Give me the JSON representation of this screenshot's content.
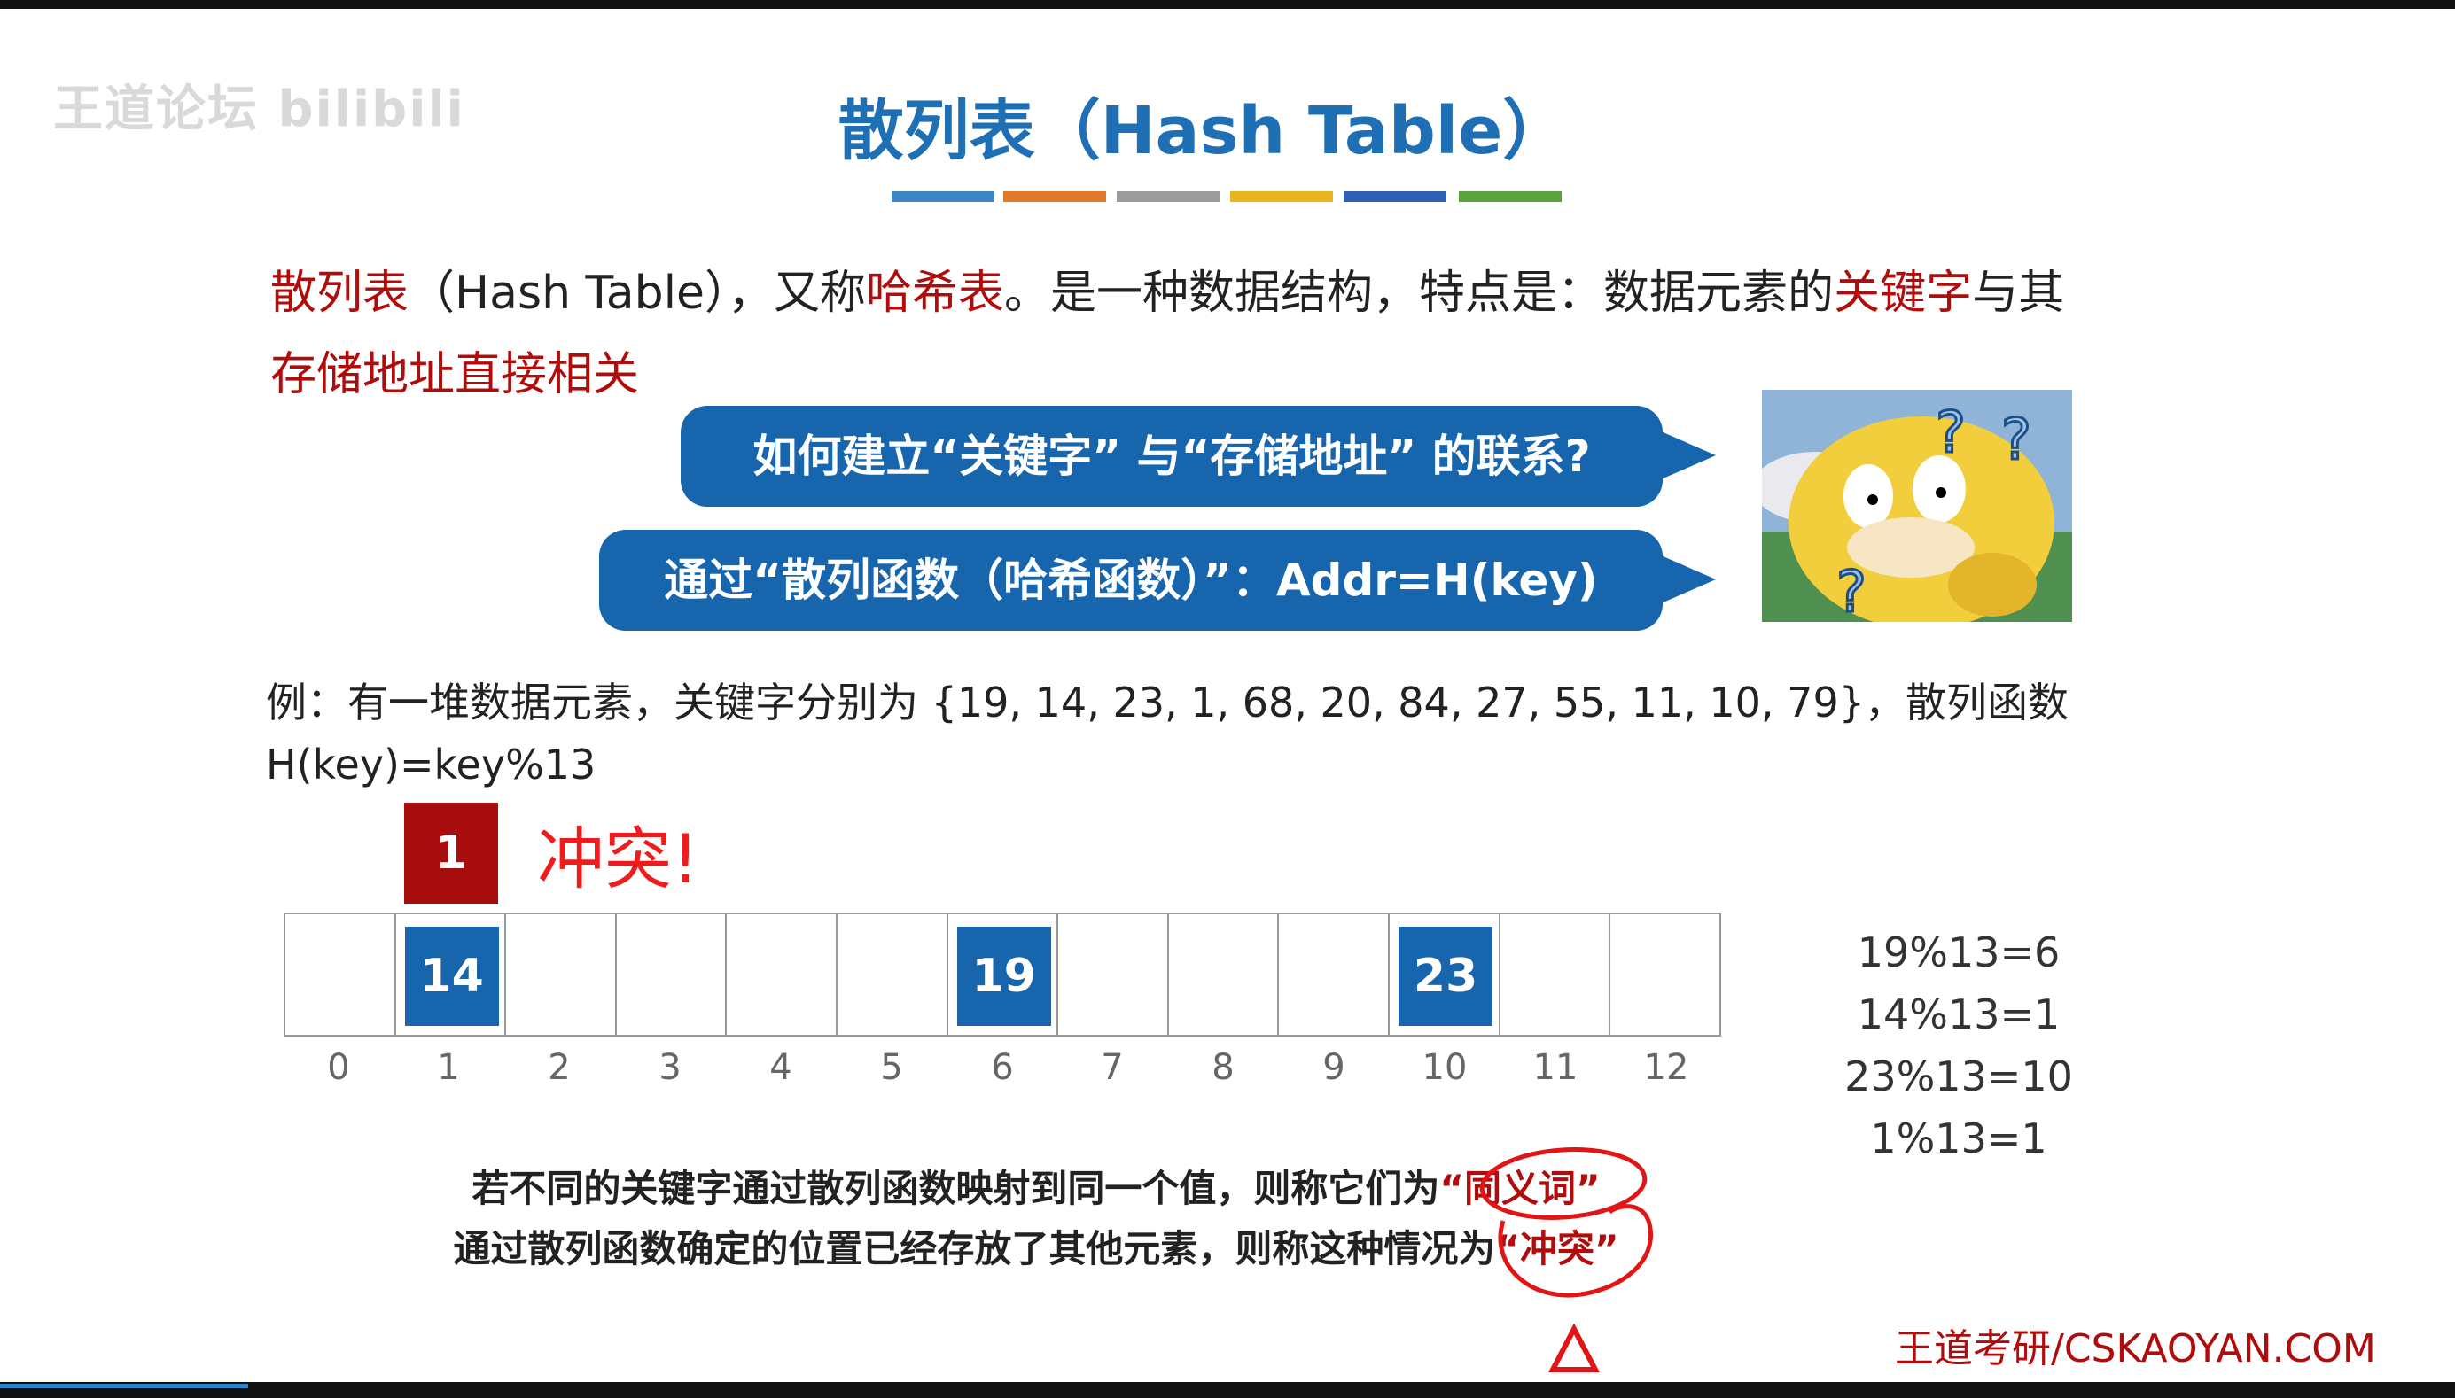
{
  "watermark": "王道论坛 bilibili",
  "title": "散列表（Hash Table）",
  "title_stripes": [
    "#3d86c6",
    "#e07a2a",
    "#9c9c9c",
    "#e9b41f",
    "#2f5fb3",
    "#5aa23c"
  ],
  "intro": {
    "term": "散列表",
    "p1": "（Hash Table），又称",
    "alias": "哈希表",
    "p2": "。是一种数据结构，特点是：数据元素的",
    "keyword": "关键字",
    "p3": "与其",
    "tail": "存储地址直接相关"
  },
  "bubbles": {
    "question": "如何建立“关键字” 与“存储地址” 的联系?",
    "answer": "通过“散列函数（哈希函数）”：Addr=H(key)"
  },
  "example": {
    "line1": "例：有一堆数据元素，关键字分别为 {19, 14, 23, 1, 68, 20, 84, 27, 55, 11, 10, 79}，散列函数",
    "line2": "H(key)=key%13"
  },
  "collision": {
    "value": "1",
    "label": "冲突!"
  },
  "table": {
    "indices": [
      "0",
      "1",
      "2",
      "3",
      "4",
      "5",
      "6",
      "7",
      "8",
      "9",
      "10",
      "11",
      "12"
    ],
    "cells": [
      "",
      "14",
      "",
      "",
      "",
      "",
      "19",
      "",
      "",
      "",
      "23",
      "",
      ""
    ]
  },
  "calculations": [
    "19%13=6",
    "14%13=1",
    "23%13=10",
    "1%13=1"
  ],
  "notes": {
    "synonym_prefix": "若不同的关键字通过散列函数映射到同一个值，则称它们为",
    "synonym_term": "“同义词”",
    "conflict_prefix": "通过散列函数确定的位置已经存放了其他元素，则称这种情况为",
    "conflict_term": "“冲突”"
  },
  "brand": "王道考研/CSKAOYAN.COM",
  "colors": {
    "blue": "#1665ad",
    "dark_red": "#a70d0d",
    "red": "#ee1c1c"
  }
}
